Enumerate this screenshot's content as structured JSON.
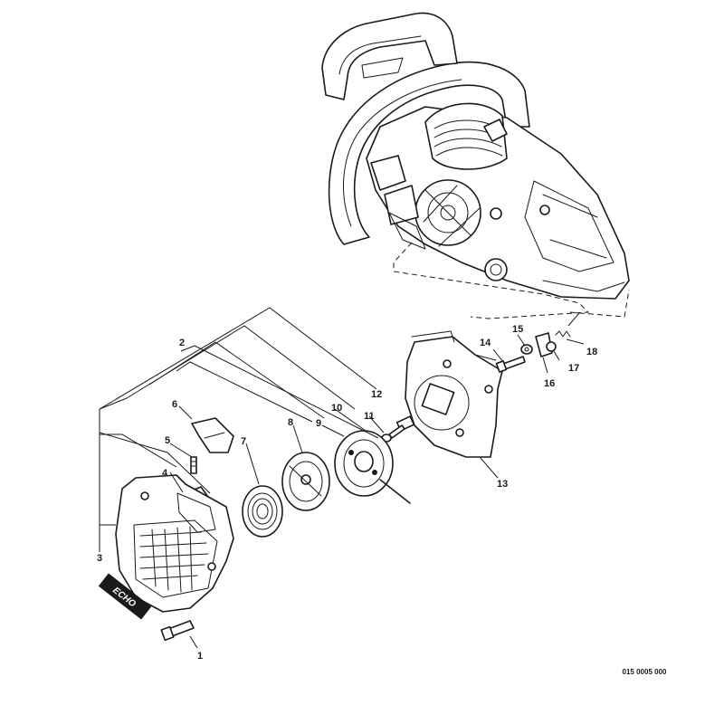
{
  "diagram": {
    "reference_code": "015 0005 000",
    "brand_decal": "ECHO",
    "parts": [
      {
        "number": "1"
      },
      {
        "number": "2"
      },
      {
        "number": "3"
      },
      {
        "number": "4"
      },
      {
        "number": "5"
      },
      {
        "number": "6"
      },
      {
        "number": "7"
      },
      {
        "number": "8"
      },
      {
        "number": "9"
      },
      {
        "number": "10"
      },
      {
        "number": "11"
      },
      {
        "number": "12"
      },
      {
        "number": "13"
      },
      {
        "number": "14"
      },
      {
        "number": "15"
      },
      {
        "number": "16"
      },
      {
        "number": "17"
      },
      {
        "number": "18"
      }
    ]
  }
}
